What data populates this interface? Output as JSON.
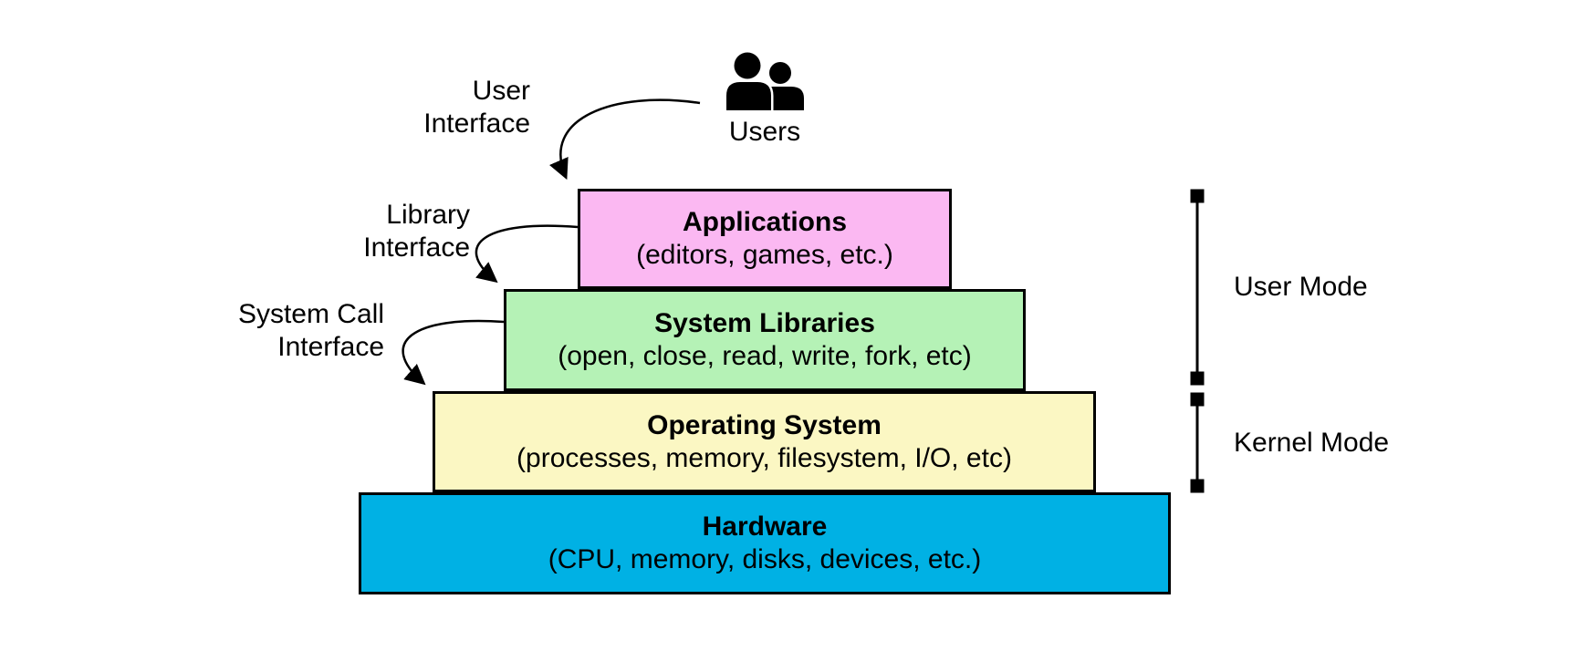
{
  "users": {
    "label": "Users",
    "icon": "two-people-icon"
  },
  "interface_labels": {
    "user": {
      "line1": "User",
      "line2": "Interface"
    },
    "library": {
      "line1": "Library",
      "line2": "Interface"
    },
    "system_call": {
      "line1": "System Call",
      "line2": "Interface"
    }
  },
  "layers": [
    {
      "title": "Applications",
      "subtitle": "(editors, games, etc.)",
      "color": "#FBB8F2"
    },
    {
      "title": "System Libraries",
      "subtitle": "(open, close, read, write, fork, etc)",
      "color": "#B5F2B6"
    },
    {
      "title": "Operating System",
      "subtitle": "(processes, memory, filesystem, I/O, etc)",
      "color": "#FBF7C3"
    },
    {
      "title": "Hardware",
      "subtitle": "(CPU, memory, disks, devices, etc.)",
      "color": "#00B1E4"
    }
  ],
  "modes": [
    {
      "label": "User Mode"
    },
    {
      "label": "Kernel Mode"
    }
  ],
  "line_color": "#000000"
}
